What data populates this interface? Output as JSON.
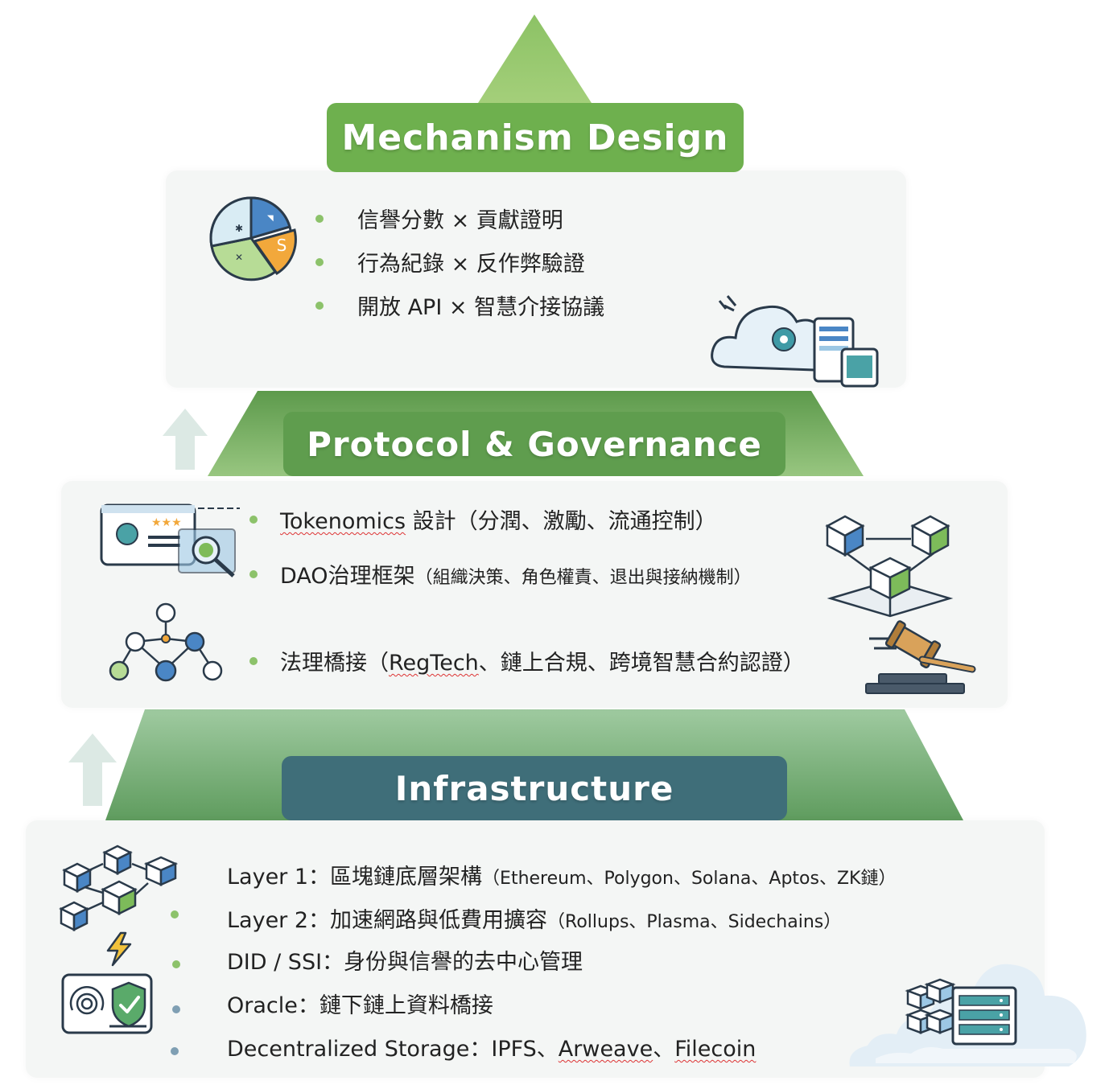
{
  "tiers": [
    {
      "title": "Mechanism Design",
      "items": [
        {
          "main": "信譽分數 × 貢獻證明"
        },
        {
          "main": "行為紀錄 × 反作弊驗證"
        },
        {
          "main": "開放 API × 智慧介接協議"
        }
      ]
    },
    {
      "title": "Protocol & Governance",
      "items": [
        {
          "lead": "Tokenomics",
          "main": " 設計（分潤、激勵、流通控制）"
        },
        {
          "main": "DAO治理框架",
          "detail": "（組織決策、角色權責、退出與接納機制）"
        },
        {
          "pre": "法理橋接（",
          "lead": "RegTech",
          "main": "、鏈上合規、跨境智慧合約認證）"
        }
      ]
    },
    {
      "title": "Infrastructure",
      "items": [
        {
          "main": "Layer 1：區塊鏈底層架構",
          "detail": "（Ethereum、Polygon、Solana、Aptos、ZK鏈）"
        },
        {
          "main": "Layer 2：加速網路與低費用擴容",
          "detail": "（Rollups、Plasma、Sidechains）"
        },
        {
          "main": "DID / SSI：身份與信譽的去中心管理"
        },
        {
          "main": "Oracle：鏈下鏈上資料橋接"
        },
        {
          "main": "Decentralized Storage：IPFS、",
          "lead": "Arweave",
          "sep": "、",
          "tail": "Filecoin"
        }
      ]
    }
  ],
  "icons": {
    "pie_label": "S",
    "colors": {
      "green_dark": "#5e9a4c",
      "green_light": "#a8d08a",
      "teal": "#3d6e7a",
      "blue": "#4a86c5",
      "orange": "#f2a83b"
    }
  }
}
